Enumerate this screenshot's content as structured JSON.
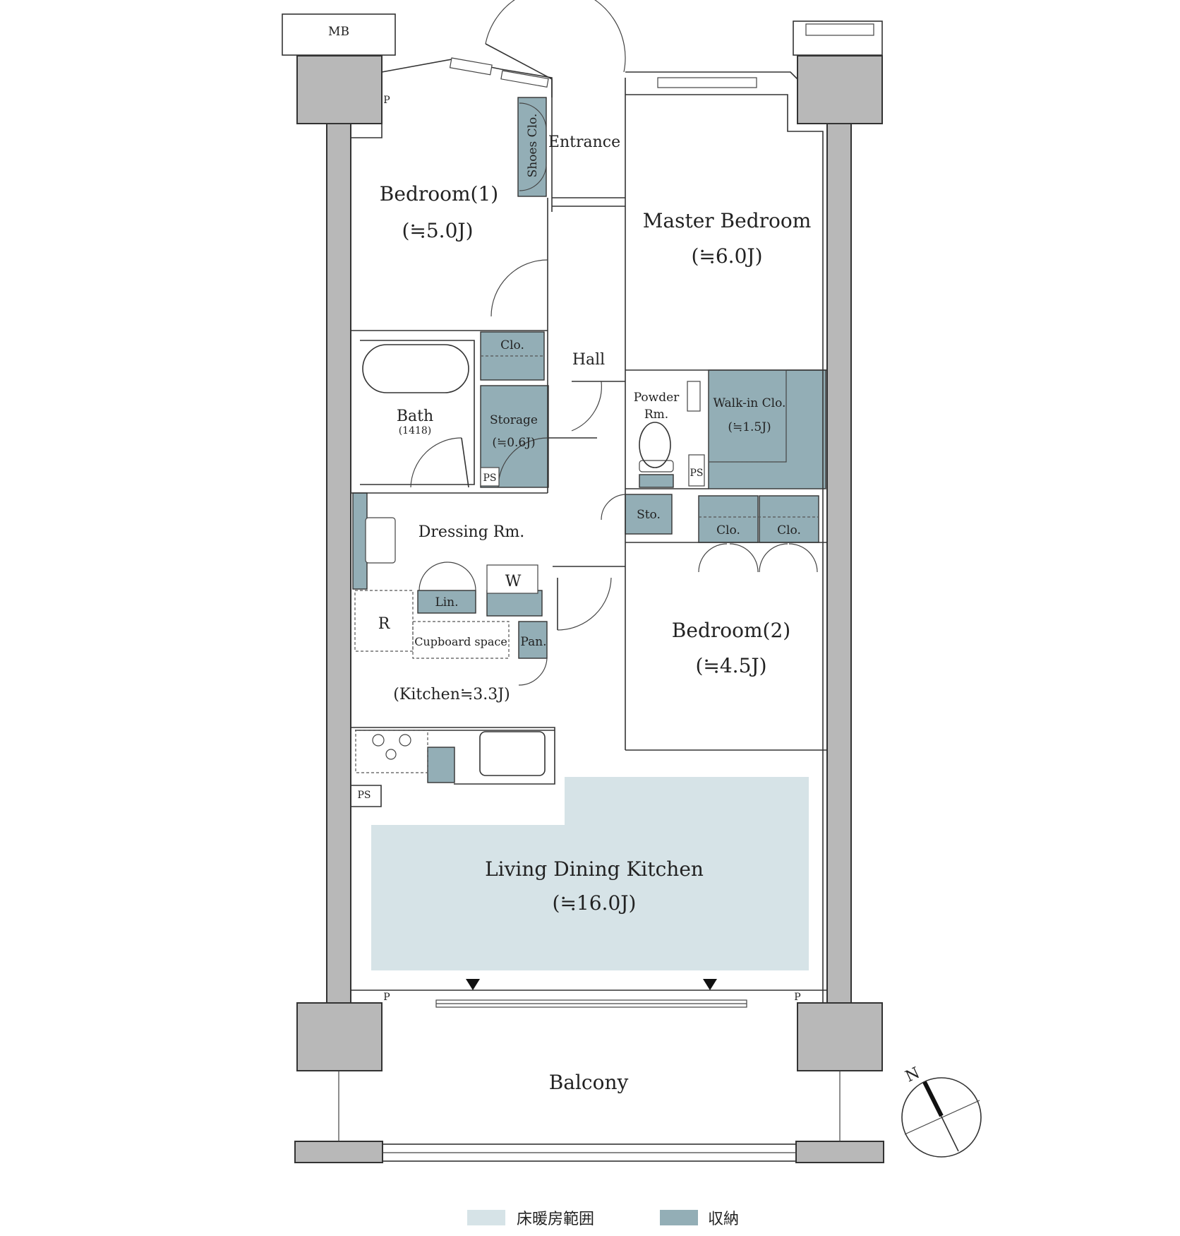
{
  "colors": {
    "floor_heating": "#d6e3e7",
    "storage": "#93aeb6",
    "wall": "#b8b8b8"
  },
  "rooms": {
    "mb": "MB",
    "entrance": "Entrance",
    "shoes_closet": "Shoes Clo.",
    "bedroom1": {
      "name": "Bedroom(1)",
      "size": "(≒5.0J)"
    },
    "master_bedroom": {
      "name": "Master Bedroom",
      "size": "(≒6.0J)"
    },
    "hall": "Hall",
    "closet1": "Clo.",
    "bath": {
      "name": "Bath",
      "size": "(1418)"
    },
    "storage": {
      "name": "Storage",
      "size": "(≒0.6J)"
    },
    "powder_room": {
      "line1": "Powder",
      "line2": "Rm."
    },
    "walkin_closet": {
      "name": "Walk-in Clo.",
      "size": "(≒1.5J)"
    },
    "ps_storage": "PS",
    "ps_powder": "PS",
    "ps_kitchen": "PS",
    "sto": "Sto.",
    "closet2": "Clo.",
    "closet3": "Clo.",
    "dressing_room": "Dressing Rm.",
    "washer": "W",
    "linen": "Lin.",
    "refrigerator": "R",
    "cupboard_space": "Cupboard space",
    "pantry": "Pan.",
    "bedroom2": {
      "name": "Bedroom(2)",
      "size": "(≒4.5J)"
    },
    "kitchen": "(Kitchen≒3.3J)",
    "ldk": {
      "name": "Living Dining Kitchen",
      "size": "(≒16.0J)"
    },
    "p_top": "P",
    "p_bottom_left": "P",
    "p_bottom_right": "P",
    "balcony": "Balcony"
  },
  "compass": {
    "north_label": "N"
  },
  "legend": {
    "floor_heating_label": "床暖房範囲",
    "storage_label": "収納"
  }
}
